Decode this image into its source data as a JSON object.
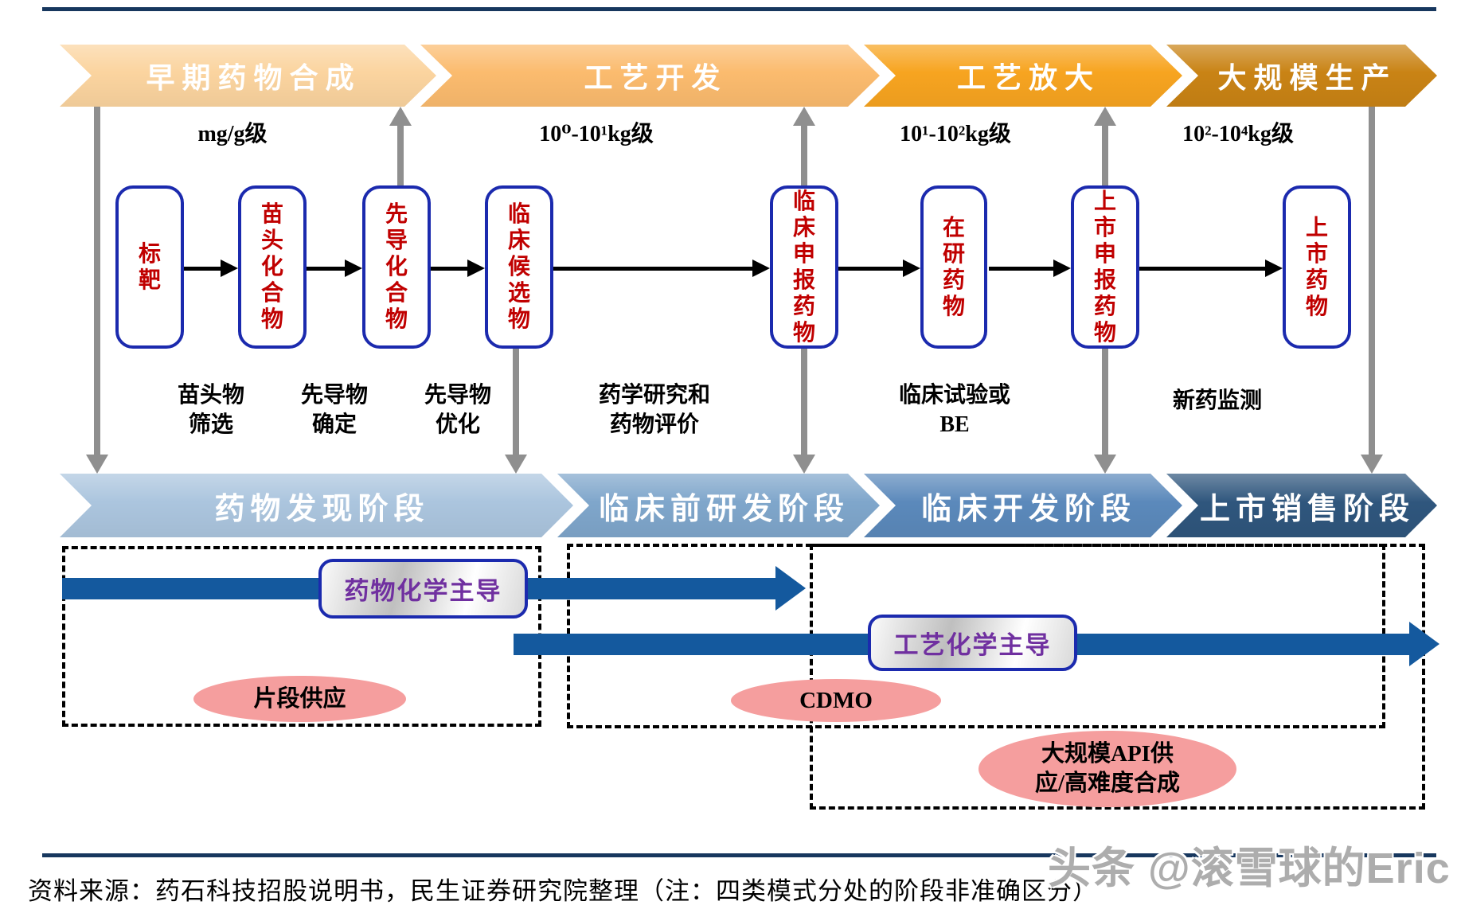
{
  "top_banners": [
    {
      "label": "早期药物合成",
      "color": "#FBD49F"
    },
    {
      "label": "工艺开发",
      "color": "#FBBB6E"
    },
    {
      "label": "工艺放大",
      "color": "#F7A420"
    },
    {
      "label": "大规模生产",
      "color": "#C98315"
    }
  ],
  "scales": [
    "mg/g级",
    "10⁰-10¹kg级",
    "10¹-10²kg级",
    "10²-10⁴kg级"
  ],
  "compounds": [
    "标靶",
    "苗头化合物",
    "先导化合物",
    "临床候选物",
    "临床申报药物",
    "在研药物",
    "上市申报药物",
    "上市药物"
  ],
  "transitions": [
    "苗头物\n筛选",
    "先导物\n确定",
    "先导物\n优化",
    "药学研究和\n药物评价",
    "临床试验或\nBE",
    "新药监测"
  ],
  "phase_banners": [
    {
      "label": "药物发现阶段",
      "color": "#ABC5DE"
    },
    {
      "label": "临床前研发阶段",
      "color": "#7FA6CB"
    },
    {
      "label": "临床开发阶段",
      "color": "#5B89BB"
    },
    {
      "label": "上市销售阶段",
      "color": "#2F567D"
    }
  ],
  "modes": {
    "med_chem_label": "药物化学主导",
    "process_chem_label": "工艺化学主导",
    "fragment_supply": "片段供应",
    "cdmo": "CDMO",
    "api_supply": "大规模API供\n应/高难度合成",
    "arrow_color": "#14599E",
    "ellipse_color": "#F59E9E",
    "label_text_color": "#7030A0"
  },
  "footer": {
    "rule_color": "#17375E",
    "source": "资料来源：药石科技招股说明书，民生证券研究院整理（注：四类模式分处的阶段非准确区分）",
    "watermark": "头条 @滚雪球的Eric"
  }
}
